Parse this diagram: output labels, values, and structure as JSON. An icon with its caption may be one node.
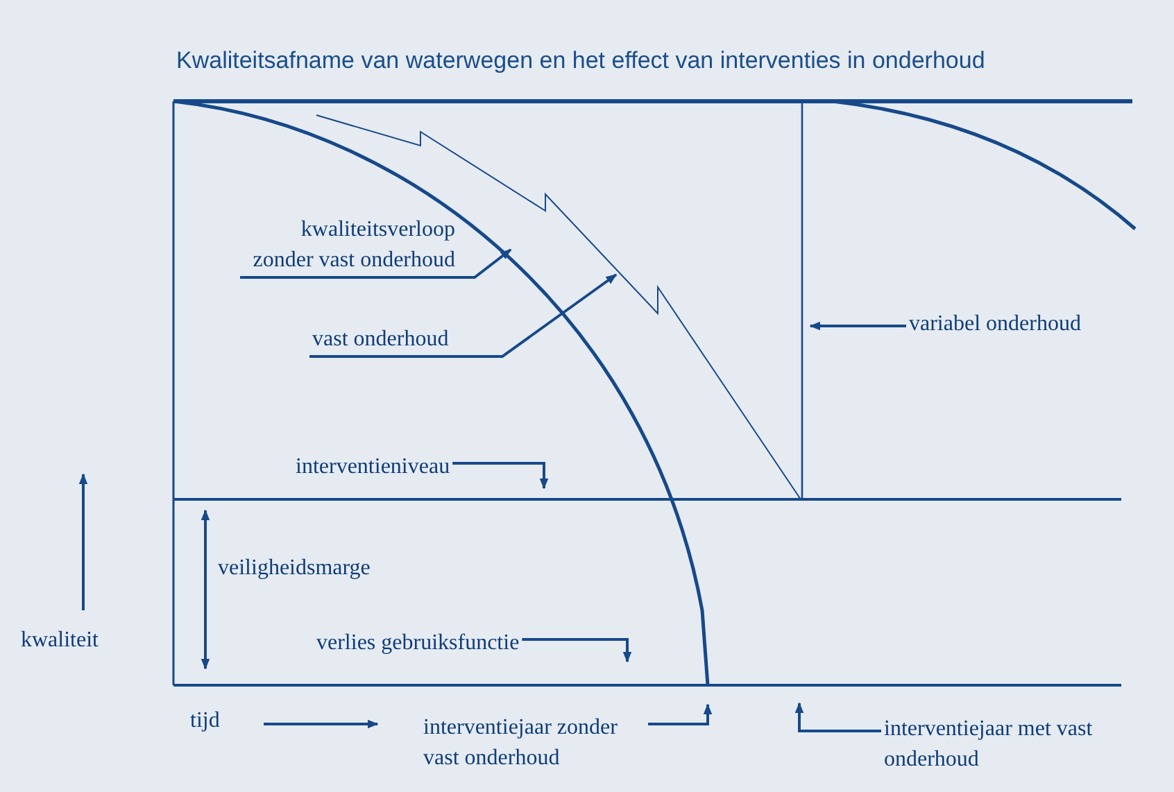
{
  "diagram": {
    "title": "Kwaliteitsafname van waterwegen en het effect van interventies in onderhoud",
    "nodes": [
      {
        "text": [
          "kwaliteitsverloop zonder vast onderhoud"
        ]
      },
      {
        "text": [
          "vast onderhoud"
        ]
      },
      {
        "text": [
          "variabel onderhoud"
        ]
      },
      {
        "text": [
          "interventieniveau"
        ]
      },
      {
        "text": [
          "verlies gebruiksfunctie"
        ]
      },
      {
        "text": [
          "interventiejaar zonder vast onderhoud"
        ]
      },
      {
        "text": [
          "interventiejaar met vast onderhoud"
        ]
      }
    ],
    "edges": [
      {
        "from": 0,
        "to": null,
        "arrow": "to"
      },
      {
        "from": 1,
        "to": null,
        "arrow": "to"
      },
      {
        "from": 2,
        "to": null,
        "arrow": "to"
      },
      {
        "from": 3,
        "to": null,
        "arrow": "to"
      },
      {
        "from": 4,
        "to": null,
        "arrow": "to"
      },
      {
        "from": 5,
        "to": null,
        "arrow": "to"
      },
      {
        "from": 6,
        "to": null,
        "arrow": "to"
      }
    ],
    "labels": [
      "veiligheidsmarge",
      "kwaliteit",
      "tijd"
    ]
  }
}
